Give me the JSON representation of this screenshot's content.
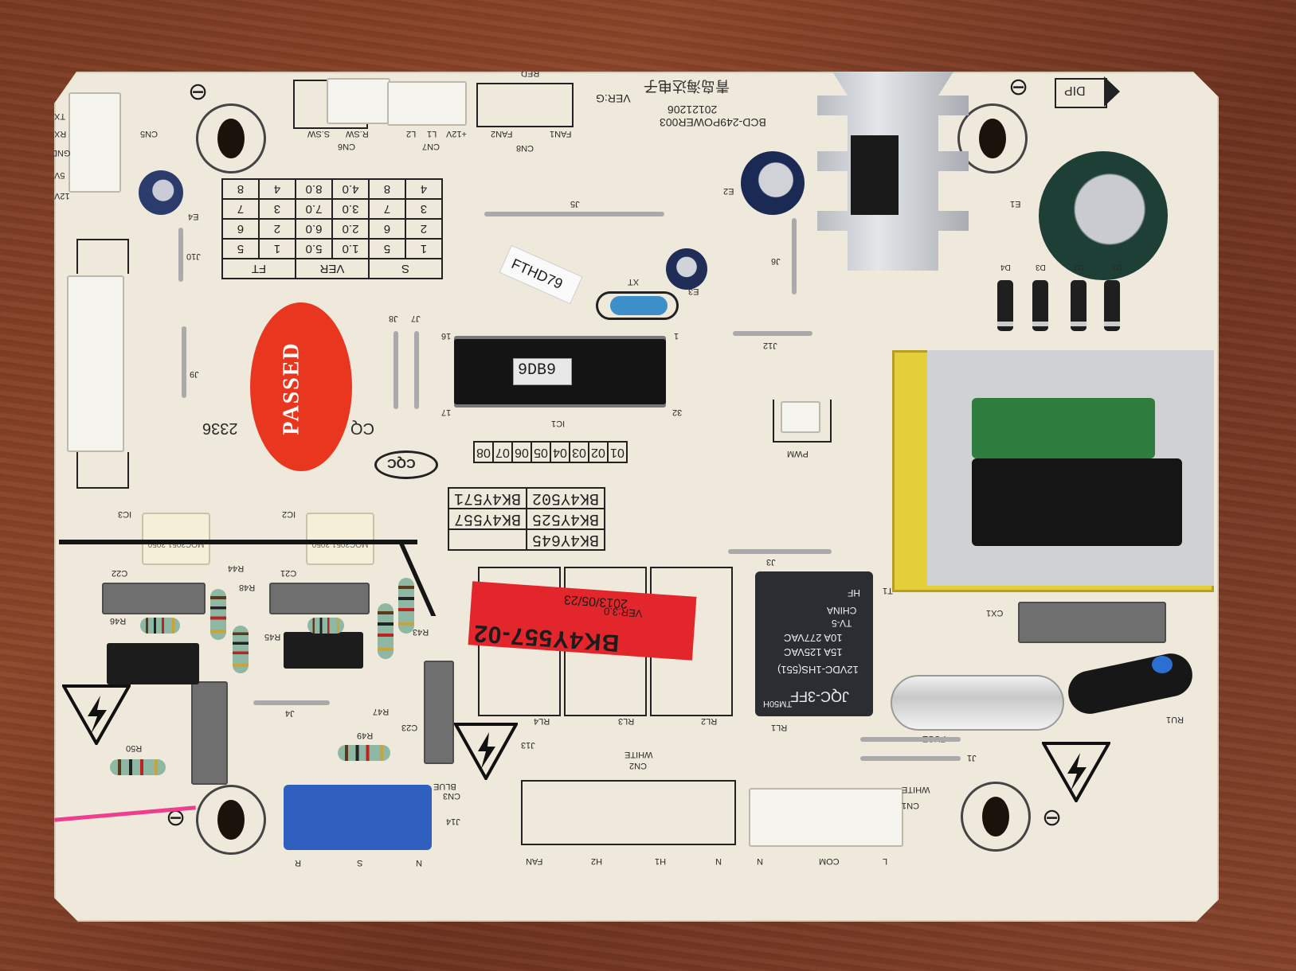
{
  "board": {
    "title": "BCD-249POWER003",
    "date_code": "20121206",
    "version": "VER:G",
    "manufacturer": "青岛海达电子",
    "ic_marking": "9DB9",
    "handwritten_tag": "FTHD79",
    "passed_sticker": "PASSED",
    "cqc_code": "CQ",
    "cqc_digits": "2336",
    "ccc_mark": "CQC"
  },
  "table_left": {
    "headers": [
      "FT",
      "VER",
      "S"
    ],
    "ft": [
      [
        "1",
        "5"
      ],
      [
        "2",
        "6"
      ],
      [
        "3",
        "7"
      ],
      [
        "4",
        "8"
      ]
    ],
    "ver": [
      [
        "1.0",
        "5.0"
      ],
      [
        "2.0",
        "6.0"
      ],
      [
        "3.0",
        "7.0"
      ],
      [
        "4.0",
        "8.0"
      ]
    ],
    "s": [
      [
        "1",
        "5"
      ],
      [
        "2",
        "6"
      ],
      [
        "3",
        "7"
      ],
      [
        "4",
        "8"
      ]
    ]
  },
  "part_numbers": [
    "BK4Y645",
    "BK4Y525",
    "BK4Y557",
    "BK4Y502",
    "BK4Y571"
  ],
  "pin_numbers": [
    "01",
    "02",
    "03",
    "04",
    "05",
    "06",
    "07",
    "08"
  ],
  "relay": {
    "brand": "HF",
    "model": "JQC-3FF",
    "coil": "12VDC-1HS(551)",
    "rating1": "15A 125VAC",
    "rating2": "10A 277VAC",
    "tv": "TV-5",
    "origin": "CHINA",
    "ref": "TM50H"
  },
  "sticker": {
    "part": "BK4Y557-02",
    "ver": "VER:3.0",
    "date": "2013/05/23"
  },
  "connectors": {
    "cn3_color": "BLUE",
    "cn2_color": "WHITE",
    "cn1_color": "WHITE",
    "cn3": "CN3",
    "cn2": "CN2",
    "cn1": "CN1",
    "cn5": "CN5",
    "cn6": "CN6",
    "cn7": "CN7",
    "cn8": "CN8",
    "red": "RED",
    "dip": "DIP",
    "pwm": "PWM",
    "cn3_pins": [
      "R",
      "S",
      "N"
    ],
    "cn2_pins": [
      "FAN",
      "H2",
      "H1",
      "N"
    ],
    "cn1_pins": [
      "N",
      "COM",
      "L"
    ],
    "cn5_pins": [
      "TX",
      "RX",
      "GND",
      "5V",
      "12V"
    ],
    "cn6_pins": [
      "R.SW",
      "S.SW"
    ],
    "cn7_pins": [
      "+12V",
      "L1",
      "L2"
    ],
    "cn8_pins": [
      "FAN1",
      "FAN2"
    ]
  },
  "refdes": {
    "e1": "E1",
    "e2": "E2",
    "e3": "E3",
    "e4": "E4",
    "d1": "D1",
    "d2": "D2",
    "d3": "D3",
    "d4": "D4",
    "j1": "J1",
    "j3": "J3",
    "j4": "J4",
    "j5": "J5",
    "j6": "J6",
    "j7": "J7",
    "j8": "J8",
    "j9": "J9",
    "j10": "J10",
    "j12": "J12",
    "j13": "J13",
    "j14": "J14",
    "ic1": "IC1",
    "ic2": "IC2",
    "ic3": "IC3",
    "c21": "C21",
    "c22": "C22",
    "c23": "C23",
    "r43": "R43",
    "r44": "R44",
    "r45": "R45",
    "r46": "R46",
    "r47": "R47",
    "r48": "R48",
    "r49": "R49",
    "r50": "R50",
    "rl1": "RL1",
    "rl2": "RL2",
    "rl3": "RL3",
    "rl4": "RL4",
    "xt": "XT",
    "t1": "T1",
    "cx1": "CX1",
    "ru1": "RU1",
    "fuse": "FUSE",
    "pin1": "1",
    "pin16": "16",
    "pin17": "17",
    "pin32": "32"
  },
  "colors": {
    "board": "#efe9dc",
    "background": "#7a3a22",
    "sticker_red": "#e2262b",
    "passed_red": "#e8361f",
    "connector_blue": "#2f5fbf",
    "transformer_yellow": "#e3cf3a",
    "coil_green": "#2e7d3e"
  }
}
